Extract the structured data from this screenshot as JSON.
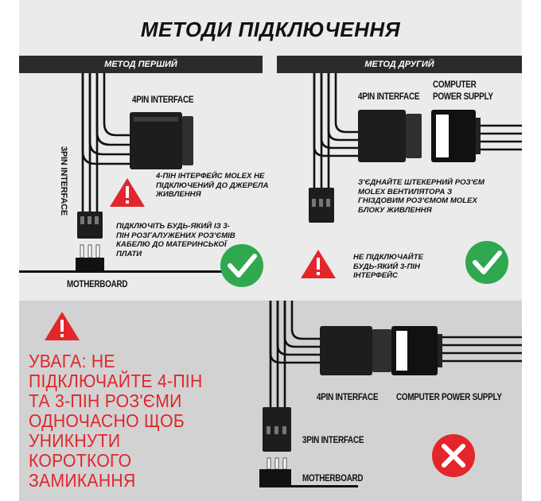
{
  "title": "МЕТОДИ ПІДКЛЮЧЕННЯ",
  "method1": {
    "header": "МЕТОД ПЕРШИЙ",
    "label_4pin": "4PIN INTERFACE",
    "label_3pin": "3PIN INTERFACE",
    "warning_text": "4-ПІН ІНТЕРФЕЙС MOLEX НЕ ПІДКЛЮЧЕНИЙ ДО ДЖЕРЕЛА ЖИВЛЕННЯ",
    "ok_text": "ПІДКЛЮЧІТЬ БУДЬ-ЯКИЙ ІЗ 3-ПІН РОЗГАЛУЖЕНИХ РОЗ'ЄМІВ КАБЕЛЮ ДО МАТЕРИНСЬКОЇ ПЛАТИ",
    "label_motherboard": "MOTHERBOARD"
  },
  "method2": {
    "header": "МЕТОД ДРУГИЙ",
    "label_4pin": "4PIN INTERFACE",
    "label_psu": "COMPUTER POWER SUPPLY",
    "ok_text": "З'ЄДНАЙТЕ ШТЕКЕРНИЙ РОЗ'ЄМ MOLEX ВЕНТИЛЯТОРА З ГНІЗДОВИМ РОЗ'ЄМОМ MOLEX БЛОКУ ЖИВЛЕННЯ",
    "warning_text": "НЕ ПІДКЛЮЧАЙТЕ БУДЬ-ЯКИЙ 3-ПІН ІНТЕРФЕЙС"
  },
  "warning": {
    "text": "УВАГА: НЕ ПІДКЛЮЧАЙТЕ 4-ПІН ТА 3-ПІН РОЗ'ЄМИ ОДНОЧАСНО ЩОБ УНИКНУТИ КОРОТКОГО ЗАМИКАННЯ",
    "label_4pin": "4PIN INTERFACE",
    "label_psu": "COMPUTER POWER SUPPLY",
    "label_3pin": "3PIN INTERFACE",
    "label_motherboard": "MOTHERBOARD"
  },
  "colors": {
    "ok": "#2fa84f",
    "wrong": "#e3262b",
    "warning_text": "#e0262b",
    "header_band": "#2b2b2b",
    "cable": "#111111"
  },
  "icons": {
    "warning": "warning-triangle-icon",
    "ok": "check-circle-icon",
    "wrong": "cross-circle-icon"
  }
}
